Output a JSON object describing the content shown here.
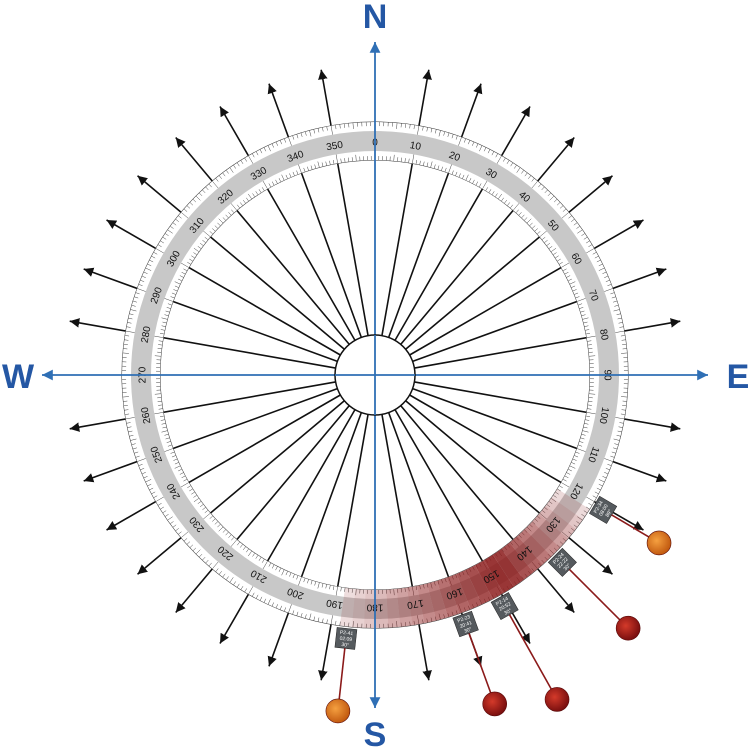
{
  "cardinals": {
    "north": "N",
    "south": "S",
    "east": "E",
    "west": "W"
  },
  "dial": {
    "degree_labels": [
      "0",
      "10",
      "20",
      "30",
      "40",
      "50",
      "60",
      "70",
      "80",
      "90",
      "100",
      "110",
      "120",
      "130",
      "140",
      "150",
      "160",
      "170",
      "180",
      "190",
      "200",
      "210",
      "220",
      "230",
      "240",
      "250",
      "260",
      "270",
      "280",
      "290",
      "300",
      "310",
      "320",
      "330",
      "340",
      "350"
    ],
    "ray_count": 36,
    "highlight_arc_degrees": [
      122,
      188
    ]
  },
  "markers": [
    {
      "name": "marker-120",
      "bearing": 120.6,
      "tag": [
        "P2-34",
        "08:00",
        "89°"
      ],
      "moon_color": "#e07b20"
    },
    {
      "name": "marker-135",
      "bearing": 135,
      "tag": [
        "P2-24",
        "22:22",
        "30°"
      ],
      "moon_color": "#b31d1d"
    },
    {
      "name": "marker-150",
      "bearing": 150.7,
      "tag": [
        "P2-14",
        "20:52",
        "30°"
      ],
      "moon_color": "#b31d1d"
    },
    {
      "name": "marker-160",
      "bearing": 160,
      "tag": [
        "P2-23",
        "20:41",
        "30°"
      ],
      "moon_color": "#a51a1a"
    },
    {
      "name": "marker-186",
      "bearing": 186.3,
      "tag": [
        "P2-41",
        "02:09",
        "30°"
      ],
      "moon_color": "#e07b20"
    }
  ],
  "colors": {
    "axis": "#2f6fb5",
    "cardinal": "#2457a4",
    "ring": "#c8c8c8",
    "highlight": "#8b1a1a",
    "arrow": "#111111"
  }
}
